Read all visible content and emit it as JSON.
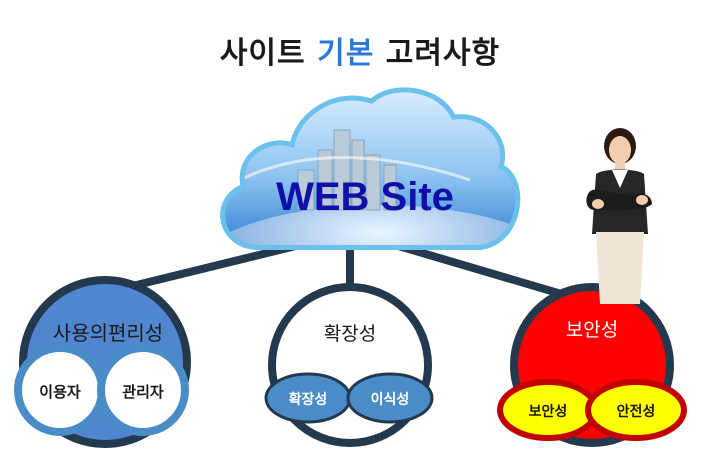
{
  "title": {
    "part1": "사이트",
    "accent": "기본",
    "part2": "고려사항"
  },
  "cloud": {
    "label": "WEB Site"
  },
  "nodes": {
    "usability": {
      "label": "사용의편리성",
      "items": [
        "이용자",
        "관리자"
      ]
    },
    "scalability": {
      "label": "확장성",
      "items": [
        "확장성",
        "이식성"
      ]
    },
    "security": {
      "label": "보안성",
      "items": [
        "보안성",
        "안전성"
      ]
    }
  },
  "colors": {
    "accent": "#2b7bd6",
    "connector": "#23394d",
    "usability_fill": "#4f86cf",
    "scalability_fill": "#ffffff",
    "security_fill": "#ff0000",
    "small_blue": "#4a8cc8",
    "small_yellow": "#ffff00",
    "cloud_text": "#1010a8"
  }
}
